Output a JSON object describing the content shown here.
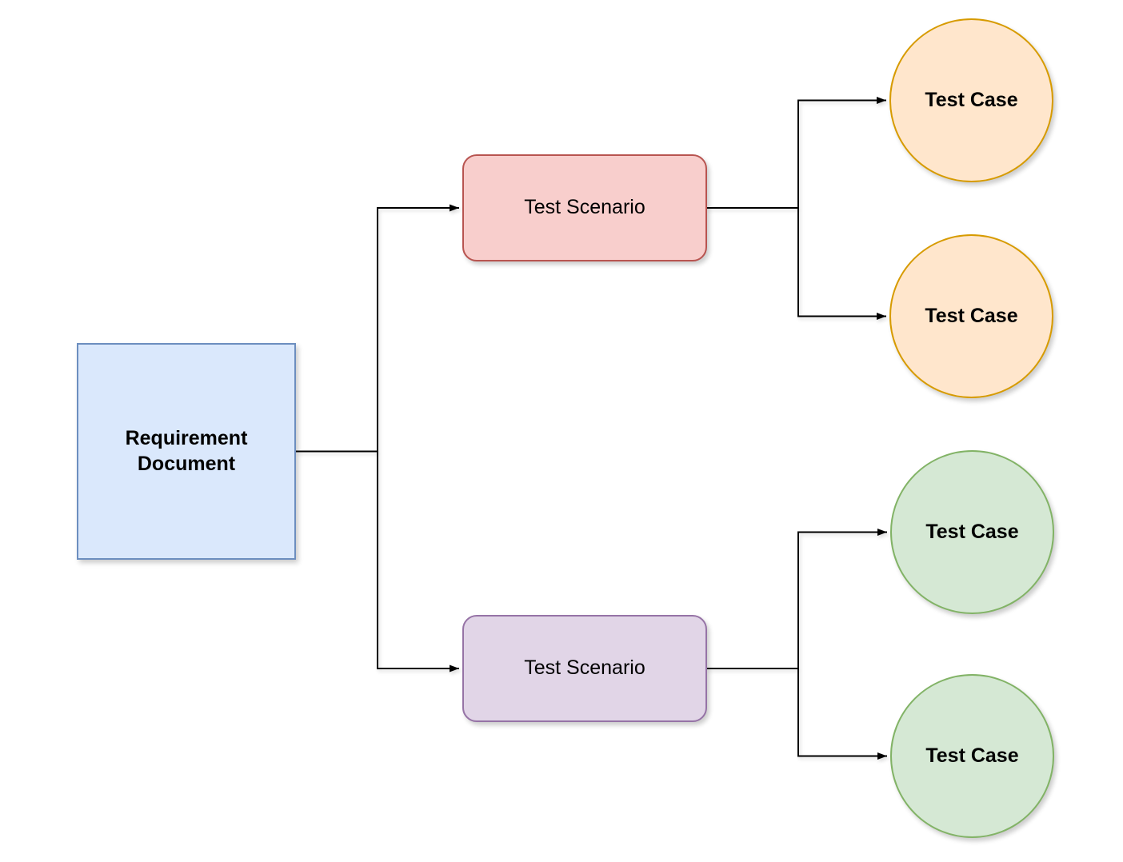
{
  "diagram": {
    "description": "Flowchart from a requirement document to test scenarios and test cases",
    "nodes": {
      "requirement_document": {
        "label": "Requirement Document",
        "shape": "rectangle"
      },
      "scenario_top": {
        "label": "Test Scenario",
        "shape": "rounded-rectangle"
      },
      "scenario_bottom": {
        "label": "Test Scenario",
        "shape": "rounded-rectangle"
      },
      "case_top_1": {
        "label": "Test Case",
        "shape": "circle"
      },
      "case_top_2": {
        "label": "Test Case",
        "shape": "circle"
      },
      "case_bottom_1": {
        "label": "Test Case",
        "shape": "circle"
      },
      "case_bottom_2": {
        "label": "Test Case",
        "shape": "circle"
      }
    },
    "edges": [
      {
        "from": "requirement_document",
        "to": "scenario_top"
      },
      {
        "from": "requirement_document",
        "to": "scenario_bottom"
      },
      {
        "from": "scenario_top",
        "to": "case_top_1"
      },
      {
        "from": "scenario_top",
        "to": "case_top_2"
      },
      {
        "from": "scenario_bottom",
        "to": "case_bottom_1"
      },
      {
        "from": "scenario_bottom",
        "to": "case_bottom_2"
      }
    ]
  },
  "colors": {
    "background": "#ffffff",
    "connector": "#000000",
    "requirement": {
      "fill": "#dae8fc",
      "stroke": "#6c8ebf"
    },
    "scenario_red": {
      "fill": "#f8cecc",
      "stroke": "#b85450"
    },
    "scenario_purple": {
      "fill": "#e1d5e7",
      "stroke": "#9673a6"
    },
    "case_orange": {
      "fill": "#ffe6cc",
      "stroke": "#d79b00"
    },
    "case_green": {
      "fill": "#d5e8d4",
      "stroke": "#82b366"
    }
  }
}
